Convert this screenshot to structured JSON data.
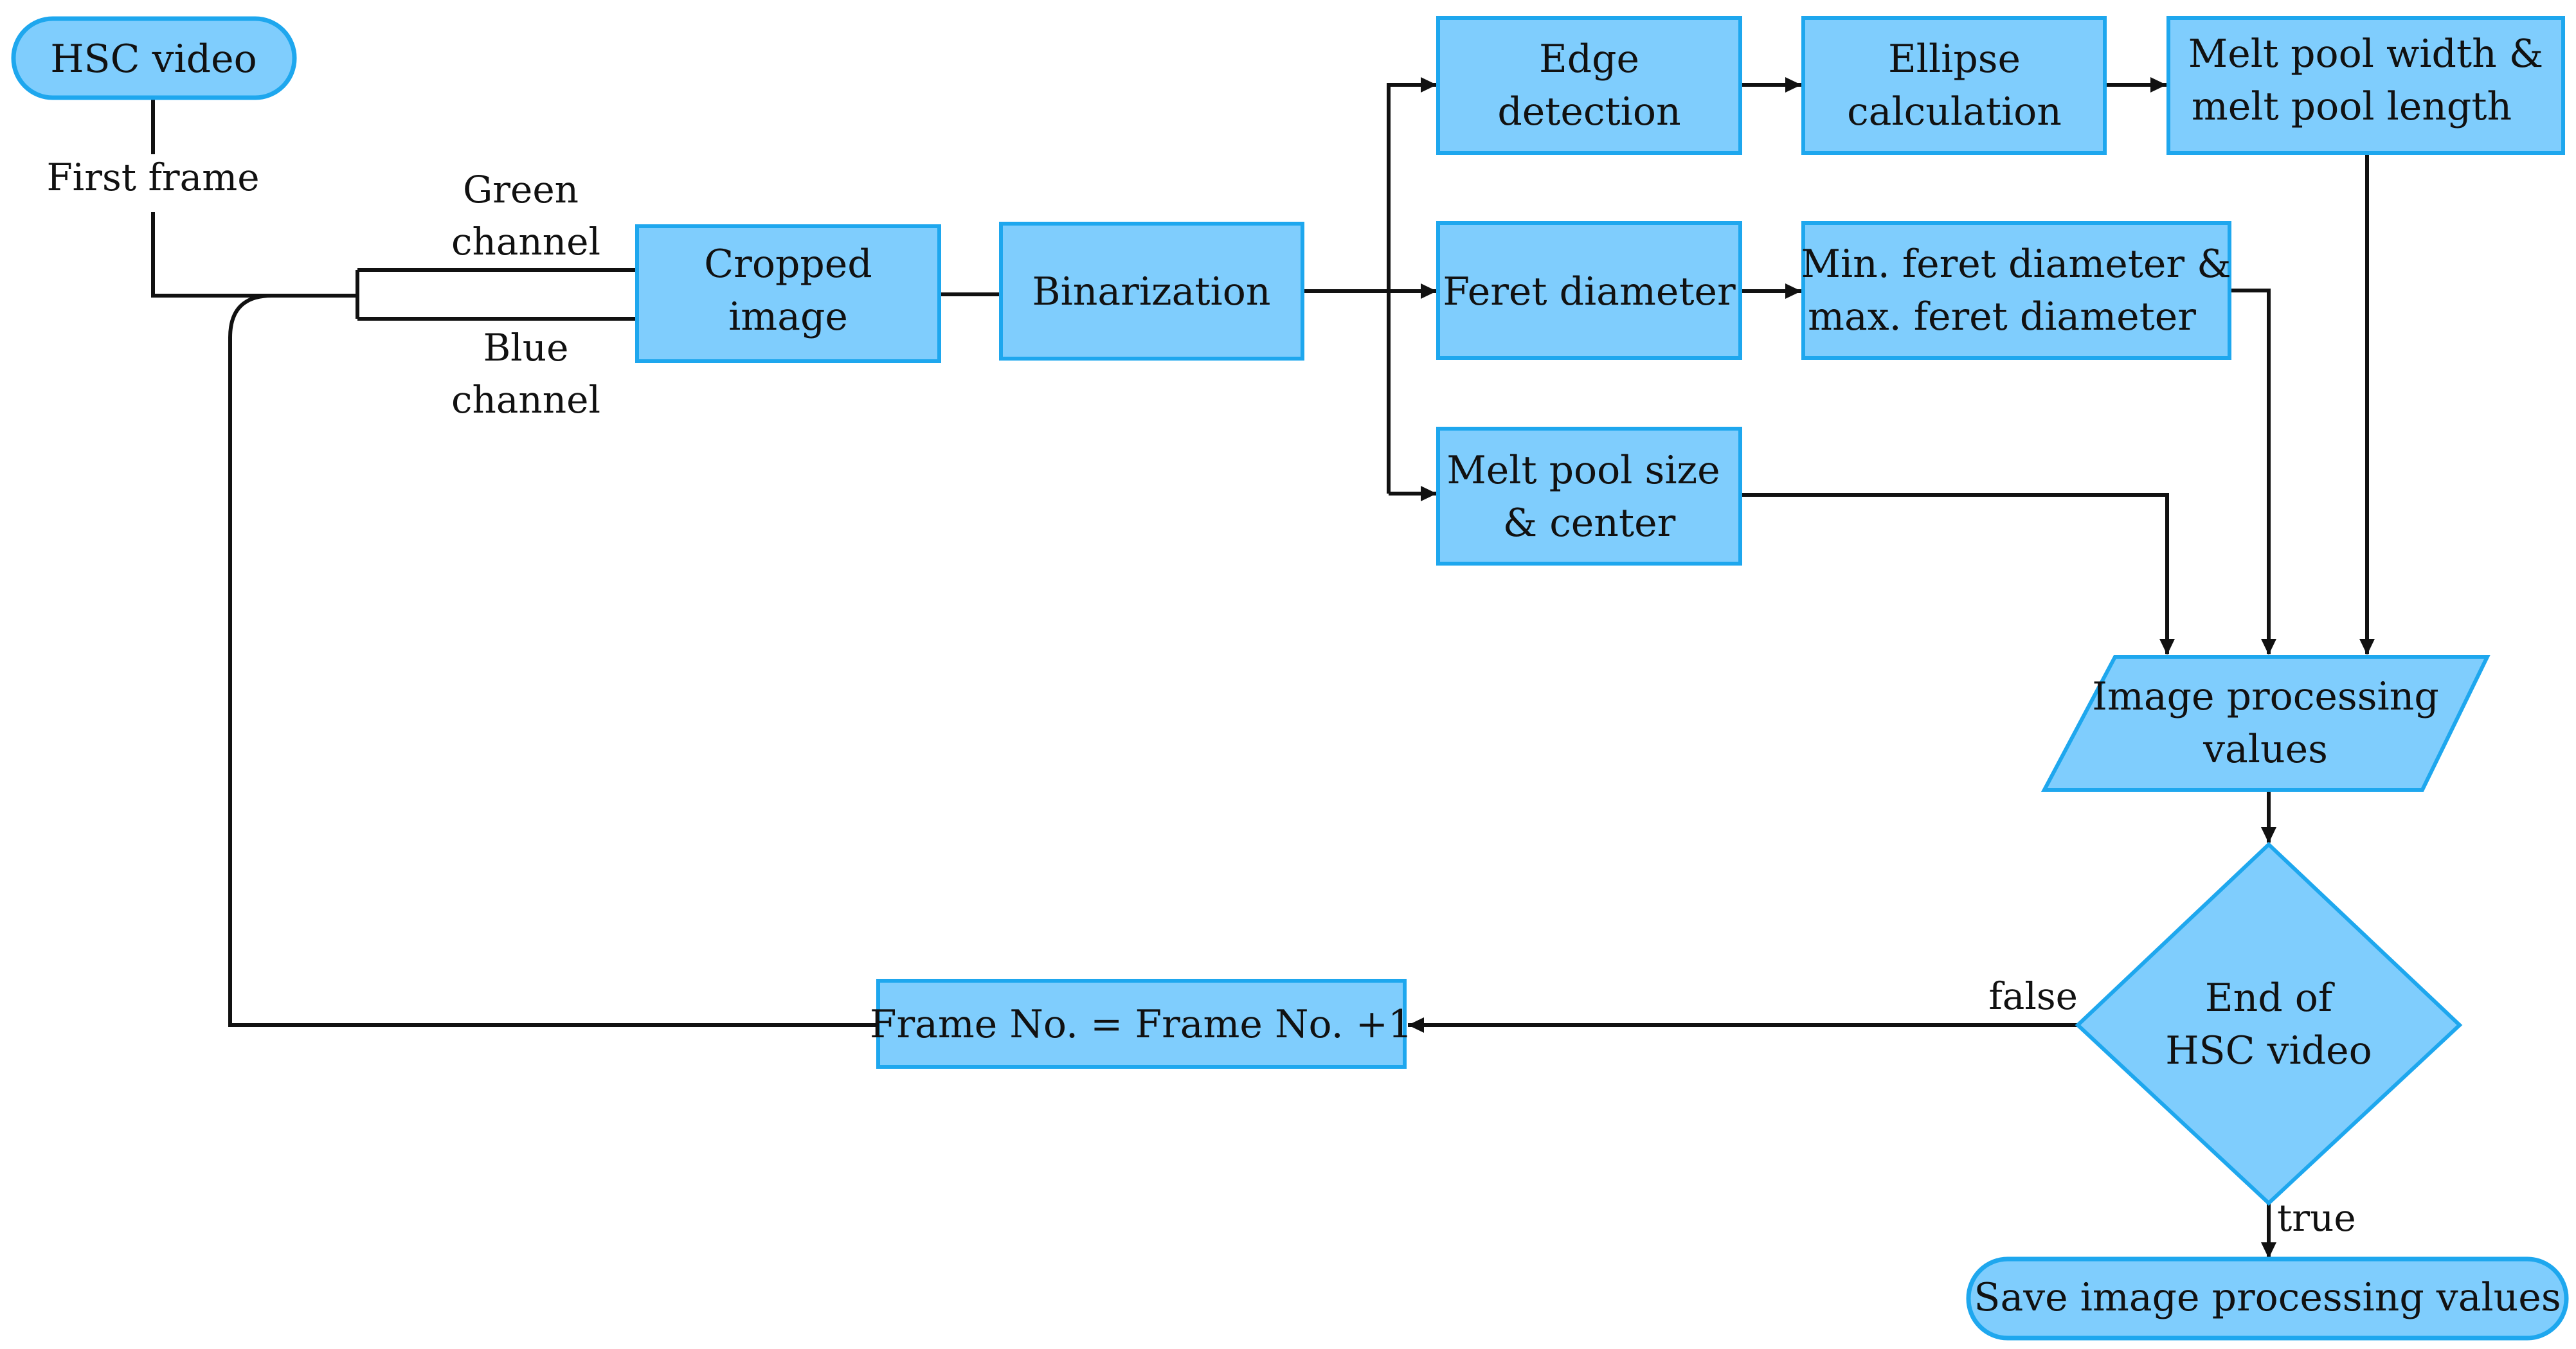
{
  "colors": {
    "node_fill": "#7fcdfd",
    "node_stroke": "#1ea7ee",
    "edge": "#111111"
  },
  "nodes": {
    "hsc_video": {
      "label": "HSC video"
    },
    "cropped_image": {
      "line1": "Cropped",
      "line2": "image"
    },
    "binarization": {
      "label": "Binarization"
    },
    "edge_detection": {
      "line1": "Edge",
      "line2": "detection"
    },
    "ellipse_calculation": {
      "line1": "Ellipse",
      "line2": "calculation"
    },
    "melt_pool_width_length": {
      "line1": "Melt pool width &",
      "line2": "melt pool length"
    },
    "feret_diameter": {
      "label": "Feret diameter"
    },
    "min_max_feret": {
      "line1": "Min. feret diameter &",
      "line2": "max. feret diameter"
    },
    "melt_pool_size_center": {
      "line1": "Melt pool size",
      "line2": "& center"
    },
    "image_processing_values": {
      "line1": "Image processing",
      "line2": "values"
    },
    "end_of_hsc_video": {
      "line1": "End of",
      "line2": "HSC video"
    },
    "frame_increment": {
      "label": "Frame No. = Frame No. +1"
    },
    "save_values": {
      "label": "Save image processing values"
    }
  },
  "edge_labels": {
    "first_frame": "First frame",
    "green_channel": {
      "line1": "Green",
      "line2": "channel"
    },
    "blue_channel": {
      "line1": "Blue",
      "line2": "channel"
    },
    "false": "false",
    "true": "true"
  }
}
